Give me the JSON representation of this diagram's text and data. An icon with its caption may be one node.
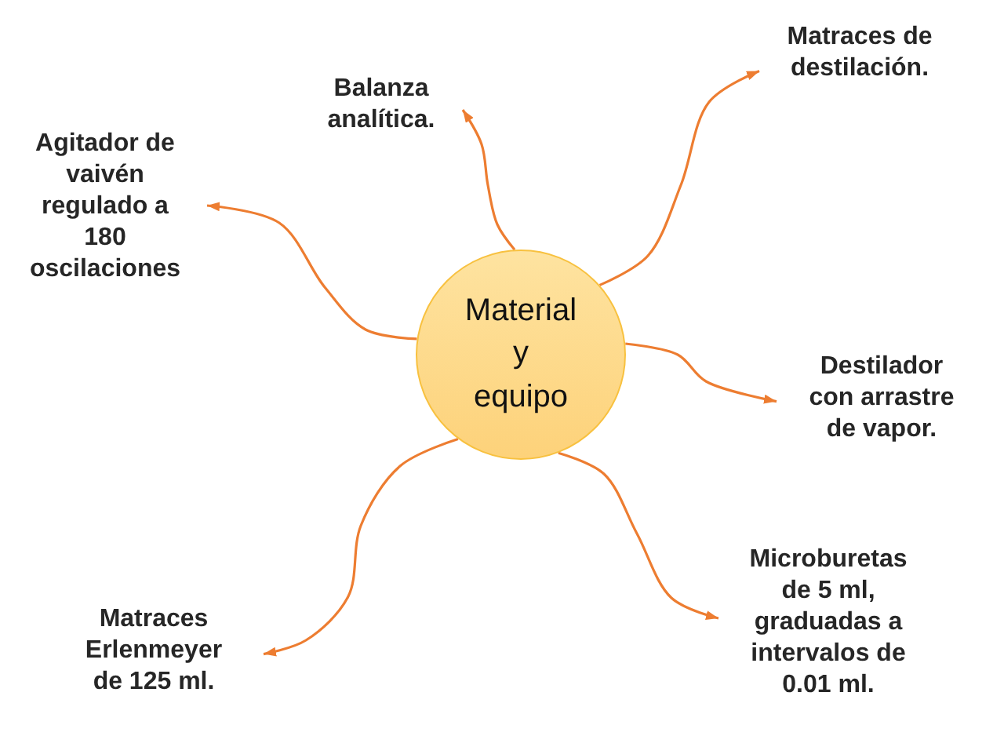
{
  "diagram": {
    "nodes": [
      {
        "text": [
          "Material y equipo"
        ]
      },
      {
        "text": [
          "Matraces de destilación."
        ]
      },
      {
        "text": [
          "Balanza analítica."
        ]
      },
      {
        "text": [
          "Agitador de vaivén regulado a 180 oscilaciones"
        ]
      },
      {
        "text": [
          "Destilador con arrastre de vapor."
        ]
      },
      {
        "text": [
          "Microburetas de 5 ml, graduadas a intervalos de 0.01 ml."
        ]
      },
      {
        "text": [
          "Matraces Erlenmeyer de 125 ml."
        ]
      }
    ],
    "edges": [
      {
        "from": 0,
        "to": 1,
        "arrow": "to"
      },
      {
        "from": 0,
        "to": 2,
        "arrow": "to"
      },
      {
        "from": 0,
        "to": 3,
        "arrow": "to"
      },
      {
        "from": 0,
        "to": 4,
        "arrow": "to"
      },
      {
        "from": 0,
        "to": 5,
        "arrow": "to"
      },
      {
        "from": 0,
        "to": 6,
        "arrow": "to"
      }
    ]
  }
}
